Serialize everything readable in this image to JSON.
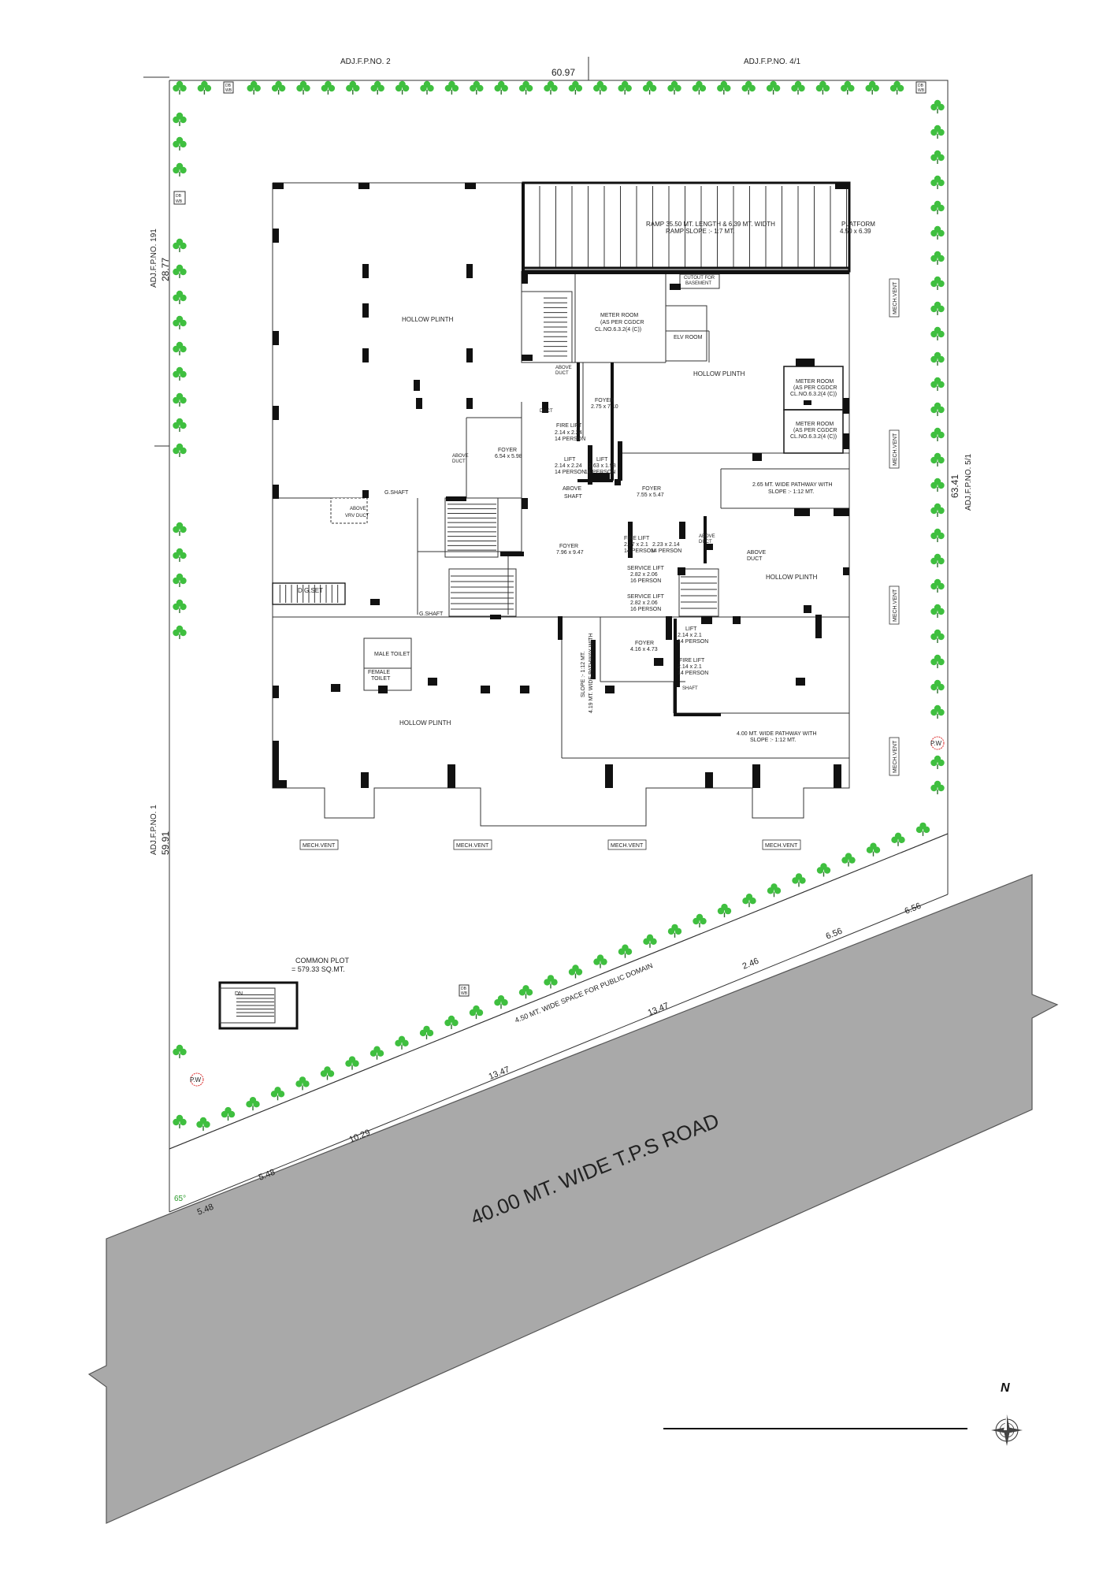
{
  "adjacent": {
    "north_left": "ADJ.F.P.NO. 2",
    "north_right": "ADJ.F.P.NO. 4/1",
    "west_top": "ADJ.F.P.NO. 191",
    "west_bottom": "ADJ.F.P.NO. 1",
    "east": "ADJ.F.P.NO. 5/1"
  },
  "dimensions": {
    "north": "60.97",
    "west_top": "28.77",
    "west_bottom": "59.91",
    "east": "63.41",
    "road_segments": [
      "5.48",
      "5.48",
      "10.29",
      "13.47",
      "13.47",
      "2.46",
      "6.56",
      "6.56"
    ],
    "angle": "65°"
  },
  "rooms": {
    "hollow_plinth": "HOLLOW PLINTH",
    "ramp": "RAMP 35.50 MT. LENGTH & 6.39 MT. WIDTH",
    "ramp_slope": "RAMP SLOPE :- 1:7 MT.",
    "platform": "PLATFORM",
    "platform_size": "4.50 x 6.39",
    "cutout": "CUTOUT FOR",
    "cutout2": "BASEMENT",
    "meter_room": "METER ROOM",
    "meter_room_l2": "(AS PER CGDCR",
    "meter_room_l3": "CL.NO.6.3.2(4 (C))",
    "meter_room_r2": "(AS PER CGDCR",
    "meter_room_r3": "CL.NO.6.3.2(4 (C))",
    "elv_room": "ELV ROOM",
    "above_duct": "ABOVE DUCT",
    "above": "ABOVE",
    "duct": "DUCT",
    "shaft": "SHAFT",
    "foyer": "FOYER",
    "foyer_1": "6.54 x 5.98",
    "foyer_2": "2.75 x 7.10",
    "foyer_3": "7.55 x 5.47",
    "foyer_4": "7.96 x 9.47",
    "foyer_5": "4.16 x 4.73",
    "fire_lift": "FIRE LIFT",
    "lift": "LIFT",
    "service_lift": "SERVICE LIFT",
    "lift_size_1": "2.14 x 2.24",
    "lift_size_2": "2.63 x 1.98",
    "lift_size_3": "2.27 x 2.1",
    "lift_size_4": "2.23 x 2.14",
    "lift_size_5": "2.82 x 2.06",
    "lift_size_6": "2.14 x 2.1",
    "persons_14": "14 PERSON",
    "persons_16": "16 PERSON",
    "g_shaft": "G.SHAFT",
    "dg_set": "D.G.SET",
    "above_vrv": "ABOVE",
    "vrv_duct": "VRV DUCT",
    "male_toilet": "MALE TOILET",
    "female_toilet": "FEMALE",
    "toilet": "TOILET",
    "pathway_1": "2.65 MT. WIDE PATHWAY WITH",
    "pathway_1b": "SLOPE :- 1:12 MT.",
    "pathway_2": "4.00 MT. WIDE PATHWAY WITH",
    "pathway_2b": "SLOPE :- 1:12 MT.",
    "pathway_v1": "SLOPE :- 1:12 MT.",
    "pathway_v2": "4.19 MT. WIDE PATHWAY WITH",
    "mech_vent": "MECH.VENT",
    "db_wb_1": "DB",
    "db_wb_2": "WB",
    "pw": "P.W",
    "common_plot": "COMMON PLOT",
    "common_plot_area": "= 579.33 SQ.MT.",
    "dn": "DN",
    "public_domain": "4.50 MT. WIDE SPACE FOR PUBLIC DOMAIN",
    "road": "40.00 MT. WIDE T.P.S ROAD",
    "north_arrow": "N"
  },
  "colors": {
    "road": "#a9a9a9",
    "tree": "#3fbf3f",
    "wall": "#111111"
  }
}
